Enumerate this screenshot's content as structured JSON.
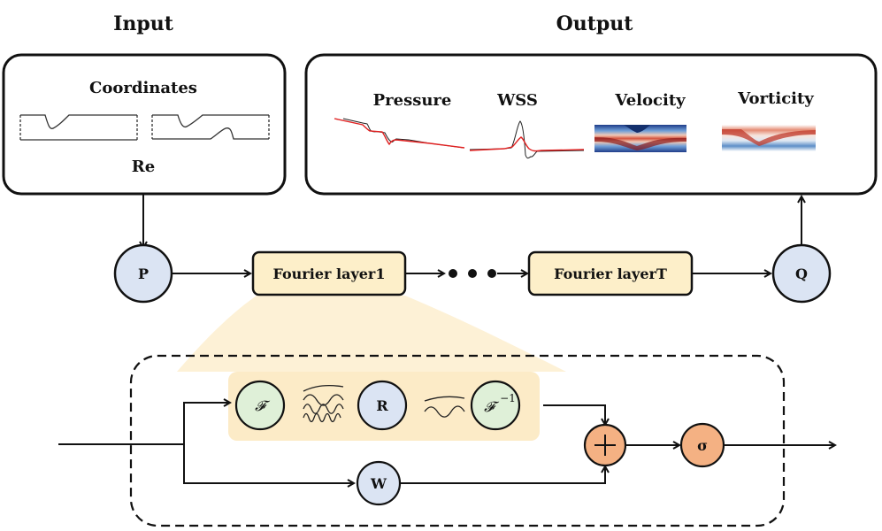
{
  "input": {
    "title": "Input",
    "coordinates_label": "Coordinates",
    "re_label": "Re"
  },
  "output": {
    "title": "Output",
    "panels": [
      {
        "label": "Pressure"
      },
      {
        "label": "WSS"
      },
      {
        "label": "Velocity"
      },
      {
        "label": "Vorticity"
      }
    ]
  },
  "pipeline": {
    "lift_node": "P",
    "layer_first": "Fourier layer1",
    "ellipsis": "• • •",
    "layer_last": "Fourier layerT",
    "project_node": "Q"
  },
  "fourier_layer": {
    "fft_node": "𝓕",
    "r_node": "R",
    "ifft_node": "𝓕",
    "ifft_superscript": "−1",
    "w_node": "W",
    "sum_node": "+",
    "activation_node": "σ"
  },
  "colors": {
    "node_blue": "#dbe4f3",
    "node_green": "#dff0d8",
    "node_orange": "#f4b183",
    "layer_box": "#fdefc9",
    "spectral_panel": "#fcebc7",
    "funnel": "#fdf1d6",
    "pred_line": "#e02020",
    "true_line": "#222222",
    "heat_red": "#b2182b",
    "heat_blue": "#2b4a8f"
  }
}
